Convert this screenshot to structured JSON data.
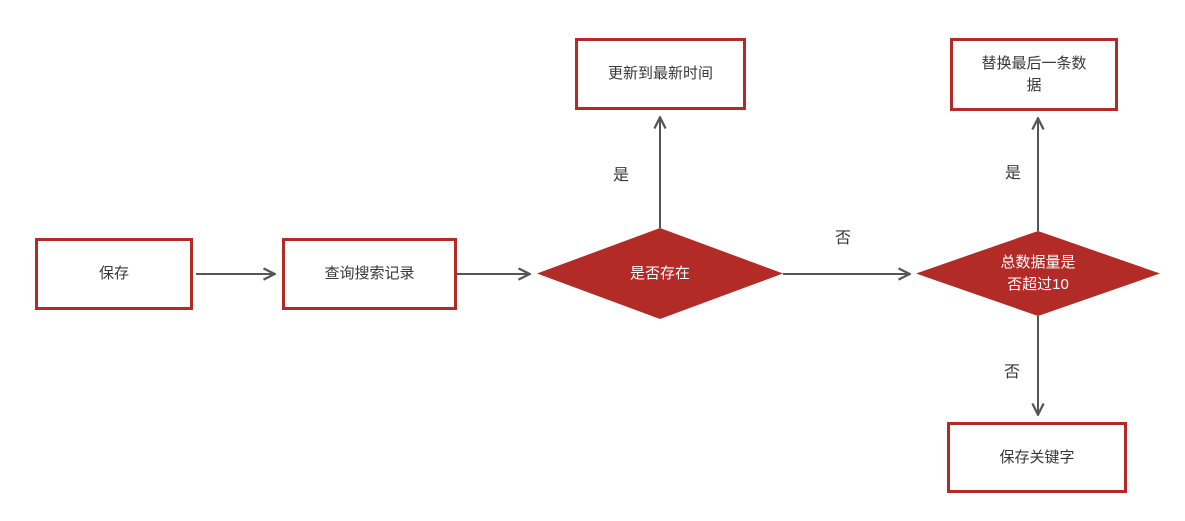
{
  "diagram": {
    "type": "flowchart",
    "colors": {
      "shape_red": "#b22b27",
      "line_gray": "#555555",
      "text_dark": "#383838",
      "text_white": "#ffffff",
      "background": "#ffffff"
    },
    "nodes": [
      {
        "id": "save",
        "type": "process",
        "label": "保存"
      },
      {
        "id": "query",
        "type": "process",
        "label": "查询搜索记录"
      },
      {
        "id": "exists",
        "type": "decision",
        "label": "是否存在"
      },
      {
        "id": "update-time",
        "type": "process",
        "label": "更新到最新时间"
      },
      {
        "id": "over10",
        "type": "decision",
        "label": "总数据量是否超过10"
      },
      {
        "id": "replace-last",
        "type": "process",
        "label": "替换最后一条数据"
      },
      {
        "id": "save-keyword",
        "type": "process",
        "label": "保存关键字"
      }
    ],
    "edges": [
      {
        "from": "save",
        "to": "query",
        "label": ""
      },
      {
        "from": "query",
        "to": "exists",
        "label": ""
      },
      {
        "from": "exists",
        "to": "update-time",
        "label": "是"
      },
      {
        "from": "exists",
        "to": "over10",
        "label": "否"
      },
      {
        "from": "over10",
        "to": "replace-last",
        "label": "是"
      },
      {
        "from": "over10",
        "to": "save-keyword",
        "label": "否"
      }
    ]
  }
}
